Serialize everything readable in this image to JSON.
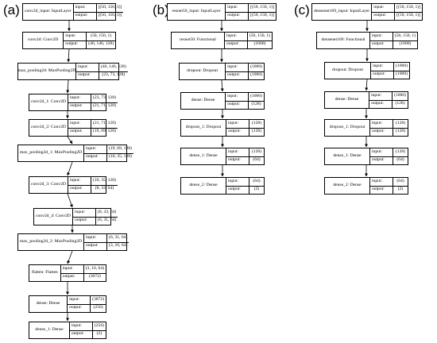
{
  "panels": [
    {
      "label": "(a)",
      "nodes": [
        {
          "name": "conv2d_input: InputLayer",
          "input": "[(50, 150, 1)]",
          "output": "[(50, 150, 1)]"
        },
        {
          "name": "conv2d: Conv2D",
          "input": "(50, 150, 1)",
          "output": "(46, 146, 128)"
        },
        {
          "name": "max_pooling2d: MaxPooling2D",
          "input": "(46, 146, 128)",
          "output": "(23, 73, 128)"
        },
        {
          "name": "conv2d_1: Conv2D",
          "input": "(23, 73, 128)",
          "output": "(21, 71, 128)"
        },
        {
          "name": "conv2d_2: Conv2D",
          "input": "(21, 71, 128)",
          "output": "(19, 69, 128)"
        },
        {
          "name": "max_pooling2d_1: MaxPooling2D",
          "input": "(19, 69, 128)",
          "output": "(10, 35, 128)"
        },
        {
          "name": "conv2d_3: Conv2D",
          "input": "(10, 35, 128)",
          "output": "(8, 33, 64)"
        },
        {
          "name": "conv2d_4: Conv2D",
          "input": "(8, 33, 64)",
          "output": "(6, 31, 64)"
        },
        {
          "name": "max_pooling2d_2: MaxPooling2D",
          "input": "(6, 31, 64)",
          "output": "(3, 16, 64)"
        },
        {
          "name": "flatten: Flatten",
          "input": "(3, 16, 64)",
          "output": "(3072)"
        },
        {
          "name": "dense: Dense",
          "input": "(3072)",
          "output": "(256)"
        },
        {
          "name": "dense_1: Dense",
          "input": "(256)",
          "output": "(2)"
        }
      ]
    },
    {
      "label": "(b)",
      "nodes": [
        {
          "name": "resnet50_input: InputLayer",
          "input": "[(50, 150, 1)]",
          "output": "[(50, 150, 1)]"
        },
        {
          "name": "resnet50: Functional",
          "input": "(50, 150, 1)",
          "output": "(1000)"
        },
        {
          "name": "dropout: Dropout",
          "input": "(1000)",
          "output": "(1000)"
        },
        {
          "name": "dense: Dense",
          "input": "(1000)",
          "output": "(128)"
        },
        {
          "name": "dropout_1: Dropout",
          "input": "(128)",
          "output": "(128)"
        },
        {
          "name": "dense_1: Dense",
          "input": "(128)",
          "output": "(64)"
        },
        {
          "name": "dense_2: Dense",
          "input": "(64)",
          "output": "(2)"
        }
      ]
    },
    {
      "label": "(c)",
      "nodes": [
        {
          "name": "densenet169_input: InputLayer",
          "input": "[(50, 150, 1)]",
          "output": "[(50, 150, 1)]"
        },
        {
          "name": "densenet169: Functional",
          "input": "(50, 150, 1)",
          "output": "(1000)"
        },
        {
          "name": "dropout: Dropout",
          "input": "(1000)",
          "output": "(1000)"
        },
        {
          "name": "dense: Dense",
          "input": "(1000)",
          "output": "(128)"
        },
        {
          "name": "dropout_1: Dropout",
          "input": "(128)",
          "output": "(128)"
        },
        {
          "name": "dense_1: Dense",
          "input": "(128)",
          "output": "(64)"
        },
        {
          "name": "dense_2: Dense",
          "input": "(64)",
          "output": "(2)"
        }
      ]
    }
  ],
  "io_labels": {
    "input": "input:",
    "output": "output:"
  }
}
